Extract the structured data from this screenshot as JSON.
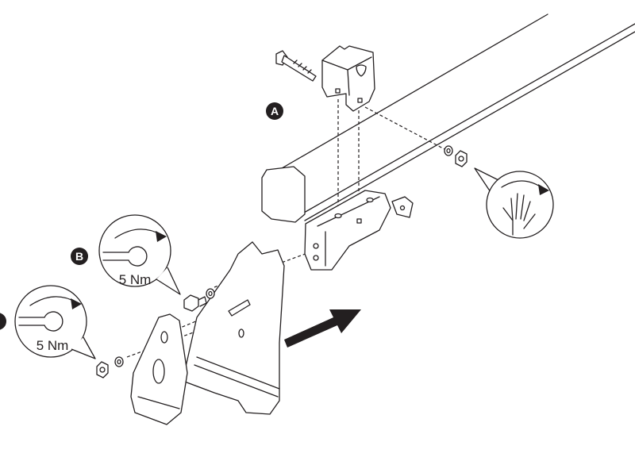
{
  "labels": {
    "a": "A",
    "b": "B"
  },
  "torque": {
    "b": "5 Nm",
    "c": "5 Nm"
  },
  "icons": [
    "wrench-icon",
    "hand-tighten-icon",
    "rotation-arrow-icon",
    "direction-arrow-icon"
  ],
  "colors": {
    "ink": "#231f20",
    "background": "#ffffff"
  }
}
